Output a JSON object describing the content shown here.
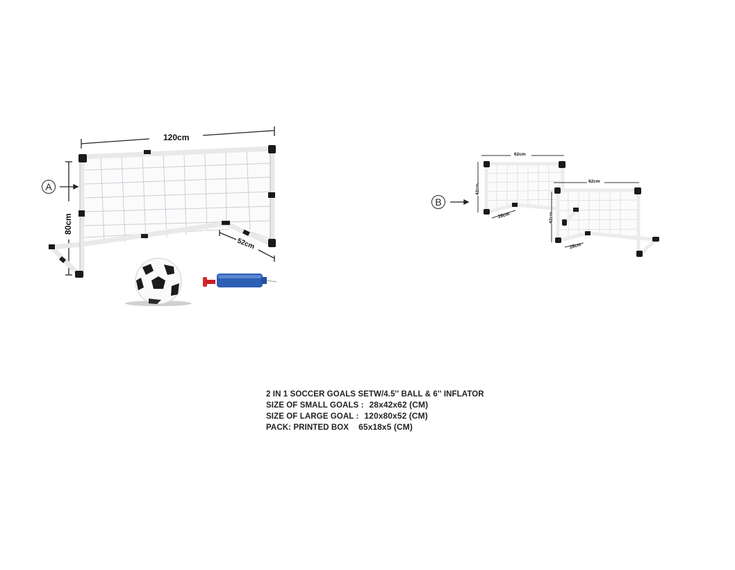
{
  "product": {
    "title": "2 IN 1 SOCCER GOALS SETW/4.5'' BALL & 6'' INFLATOR",
    "specs": [
      {
        "label": "SIZE OF SMALL GOALS :",
        "value": "28x42x62 (CM)"
      },
      {
        "label": "SIZE OF LARGE GOAL :",
        "value": "120x80x52 (CM)"
      },
      {
        "label": "PACK: PRINTED BOX",
        "value": "65x18x5 (CM)"
      }
    ]
  },
  "option_a": {
    "marker": "A",
    "item": "large-goal",
    "dimensions": {
      "width": "120cm",
      "height": "80cm",
      "depth": "52cm"
    },
    "accessories": [
      "soccer-ball",
      "hand-pump"
    ]
  },
  "option_b": {
    "marker": "B",
    "item": "two-small-goals",
    "goals": [
      {
        "width": "62cm",
        "height": "42cm",
        "depth": "28cm"
      },
      {
        "width": "62cm",
        "height": "42cm",
        "depth": "28cm"
      }
    ]
  },
  "colors": {
    "frame": "#f2f2f2",
    "joint": "#1a1a1a",
    "net": "#cfd3d8",
    "pump_body": "#2d5fb5",
    "pump_handle": "#d9262b"
  }
}
